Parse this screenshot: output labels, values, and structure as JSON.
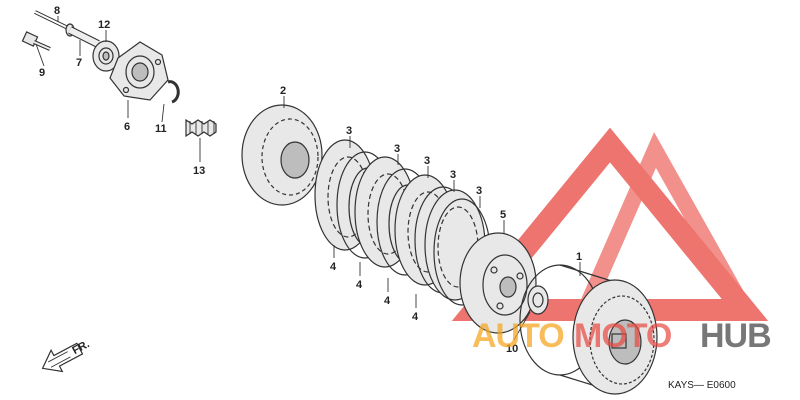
{
  "callouts": {
    "c1": "1",
    "c2": "2",
    "c3a": "3",
    "c3b": "3",
    "c3c": "3",
    "c3d": "3",
    "c3e": "3",
    "c4a": "4",
    "c4b": "4",
    "c4c": "4",
    "c4d": "4",
    "c5": "5",
    "c6": "6",
    "c7": "7",
    "c8": "8",
    "c9": "9",
    "c10": "10",
    "c11": "11",
    "c12": "12",
    "c13": "13"
  },
  "direction_label": "FR.",
  "diagram_code": "KAYS— E0600",
  "watermark": {
    "part1": "AUTO",
    "part2": "MOTO",
    "part3": "HUB"
  },
  "colors": {
    "watermark_red": "#e8463f",
    "watermark_orange": "#f5a623",
    "watermark_gray": "#4a4a4a",
    "line": "#333333"
  }
}
